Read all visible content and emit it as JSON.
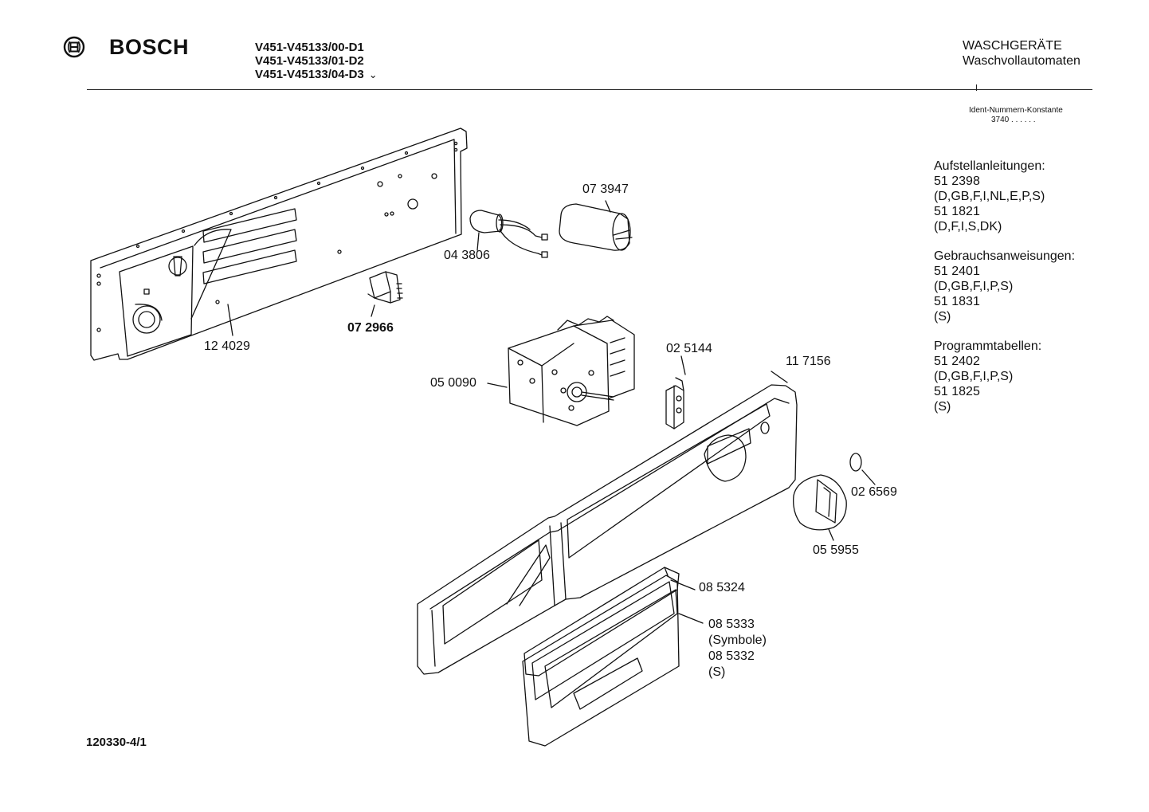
{
  "header": {
    "brand": "BOSCH",
    "models": [
      "V451-V45133/00-D1",
      "V451-V45133/01-D2",
      "V451-V45133/04-D3"
    ],
    "category": "WASCHGERÄTE",
    "subcategory": "Waschvollautomaten",
    "ident_label": "Ident-Nummern-Konstante",
    "ident_value": "3740 . .  . . . ."
  },
  "documents": {
    "setup_title": "Aufstellanleitungen:",
    "setup": [
      "51 2398",
      "(D,GB,F,I,NL,E,P,S)",
      "51 1821",
      "(D,F,I,S,DK)"
    ],
    "usage_title": "Gebrauchsanweisungen:",
    "usage": [
      "51 2401",
      "(D,GB,F,I,P,S)",
      "51 1831",
      "(S)"
    ],
    "program_title": "Programmtabellen:",
    "program": [
      "51 2402",
      "(D,GB,F,I,P,S)",
      "51 1825",
      "(S)"
    ]
  },
  "parts": {
    "p073947": "07 3947",
    "p043806": "04 3806",
    "p072966": "07 2966",
    "p124029": "12 4029",
    "p025144": "02 5144",
    "p117156": "11 7156",
    "p050090": "05 0090",
    "p026569": "02 6569",
    "p055955": "05 5955",
    "p085324": "08 5324",
    "p085333": "08 5333",
    "p085333_note": "(Symbole)",
    "p085332": "08 5332",
    "p085332_note": "(S)"
  },
  "footer": {
    "doc_number": "120330-4/1"
  },
  "icons": {
    "brand_logo": "bosch-armature-logo-icon"
  },
  "colors": {
    "ink": "#111111",
    "paper": "#ffffff"
  }
}
